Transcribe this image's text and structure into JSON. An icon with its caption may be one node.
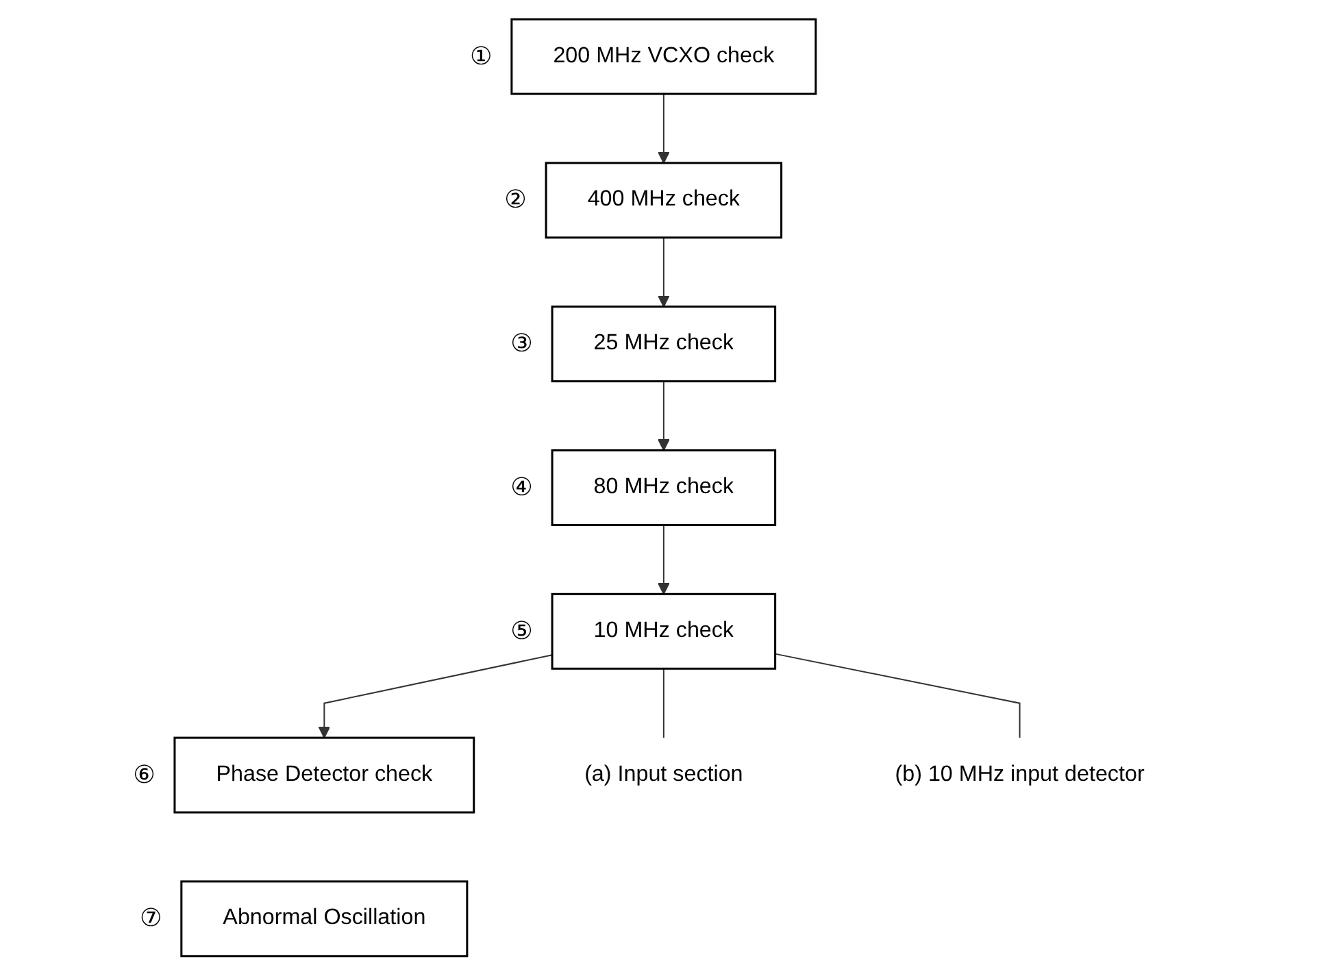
{
  "diagram": {
    "nodes": [
      {
        "text": [
          "200 MHz VCXO check"
        ],
        "beside": [
          "①"
        ]
      },
      {
        "text": [
          "400 MHz check"
        ],
        "beside": [
          "②"
        ]
      },
      {
        "text": [
          "25 MHz check"
        ],
        "beside": [
          "③"
        ]
      },
      {
        "text": [
          "80 MHz check"
        ],
        "beside": [
          "④"
        ]
      },
      {
        "text": [
          "10 MHz check"
        ],
        "beside": [
          "⑤"
        ]
      },
      {
        "text": [
          "Phase Detector check"
        ],
        "beside": [
          "⑥"
        ]
      },
      {
        "text": [
          "Abnormal Oscillation"
        ],
        "beside": [
          "⑦"
        ]
      },
      {
        "text": [
          "(a) Input section"
        ]
      },
      {
        "text": [
          "(b) 10 MHz input detector"
        ]
      }
    ],
    "edges": [
      {
        "from": 0,
        "to": 1,
        "arrow": "to"
      },
      {
        "from": 1,
        "to": 2,
        "arrow": "to"
      },
      {
        "from": 2,
        "to": 3,
        "arrow": "to"
      },
      {
        "from": 3,
        "to": 4,
        "arrow": "to"
      },
      {
        "from": 4,
        "to": 5,
        "arrow": "to"
      },
      {
        "from": 4,
        "to": 7,
        "arrow": "none"
      },
      {
        "from": 4,
        "to": 8,
        "arrow": "none"
      }
    ]
  }
}
